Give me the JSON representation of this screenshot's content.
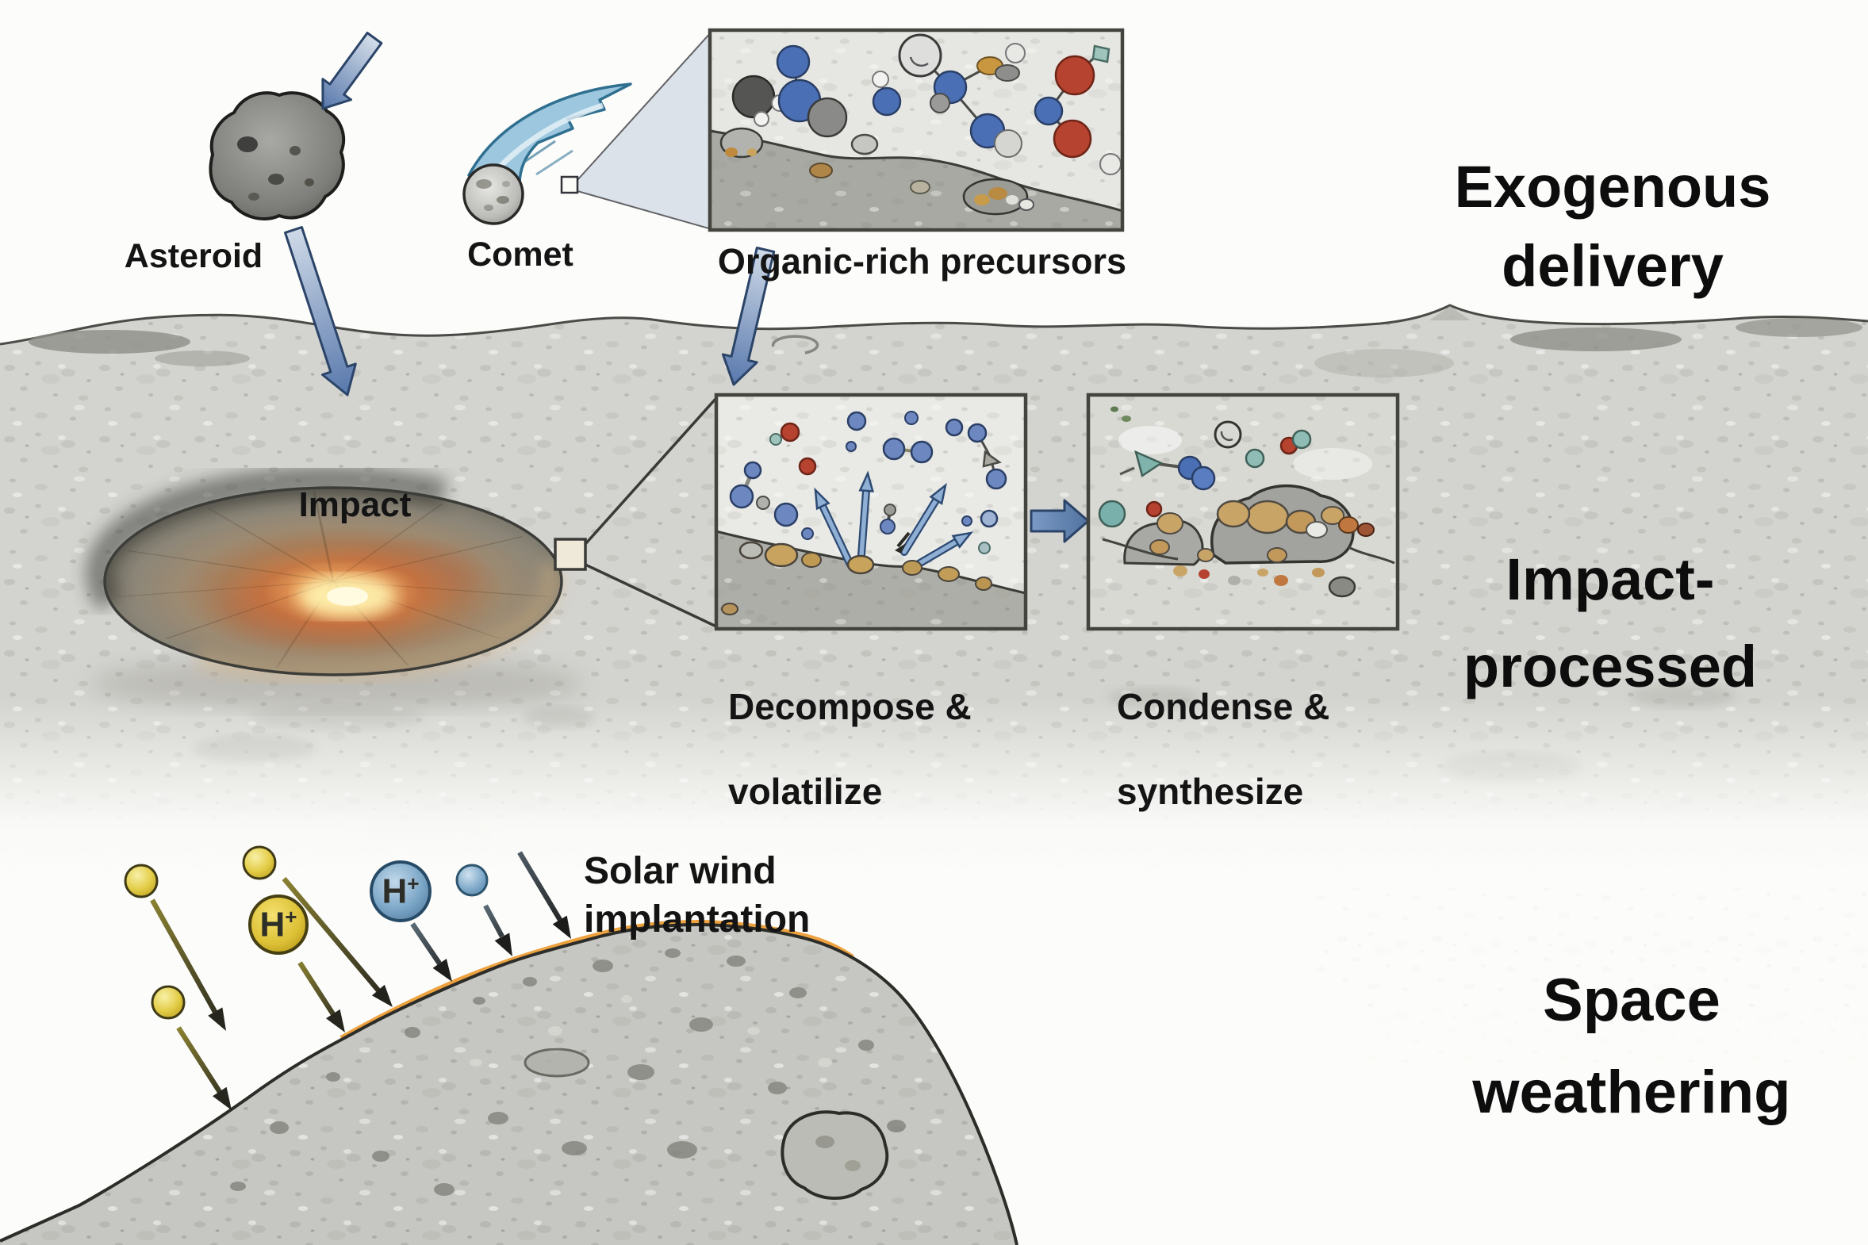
{
  "scene": {
    "description": "Illustrated diagram of surface organic processes: exogenous delivery, impact processing, and space weathering"
  },
  "labels": {
    "asteroid": "Asteroid",
    "comet": "Comet",
    "organic_precursors": "Organic-rich precursors",
    "impact": "Impact",
    "decompose": [
      "Decompose &",
      "volatilize"
    ],
    "condense": [
      "Condense &",
      "synthesize"
    ],
    "solar_wind": [
      "Solar wind",
      "implantation"
    ],
    "ion_h": "H",
    "ion_plus": "+"
  },
  "sections": {
    "exogenous": [
      "Exogenous",
      "delivery"
    ],
    "impact_processed": [
      "Impact-",
      "processed"
    ],
    "space_weathering": [
      "Space",
      "weathering"
    ]
  },
  "illustrations": [
    "asteroid-rock",
    "comet-with-tail",
    "organic-precursors-inset",
    "impact-crater",
    "decompose-volatilize-inset",
    "condense-synthesize-inset",
    "solar-wind-ions",
    "weathered-hill"
  ],
  "colors": {
    "arrow_blue": "#5b7fb4",
    "crater_glow": "#ffe089",
    "weathering_rind_orange": "#eda23f",
    "ion_yellow": "#e8d34a",
    "ion_blue": "#6fa3cc",
    "text": "#141414",
    "regolith_gray": "#d3d3cf"
  }
}
